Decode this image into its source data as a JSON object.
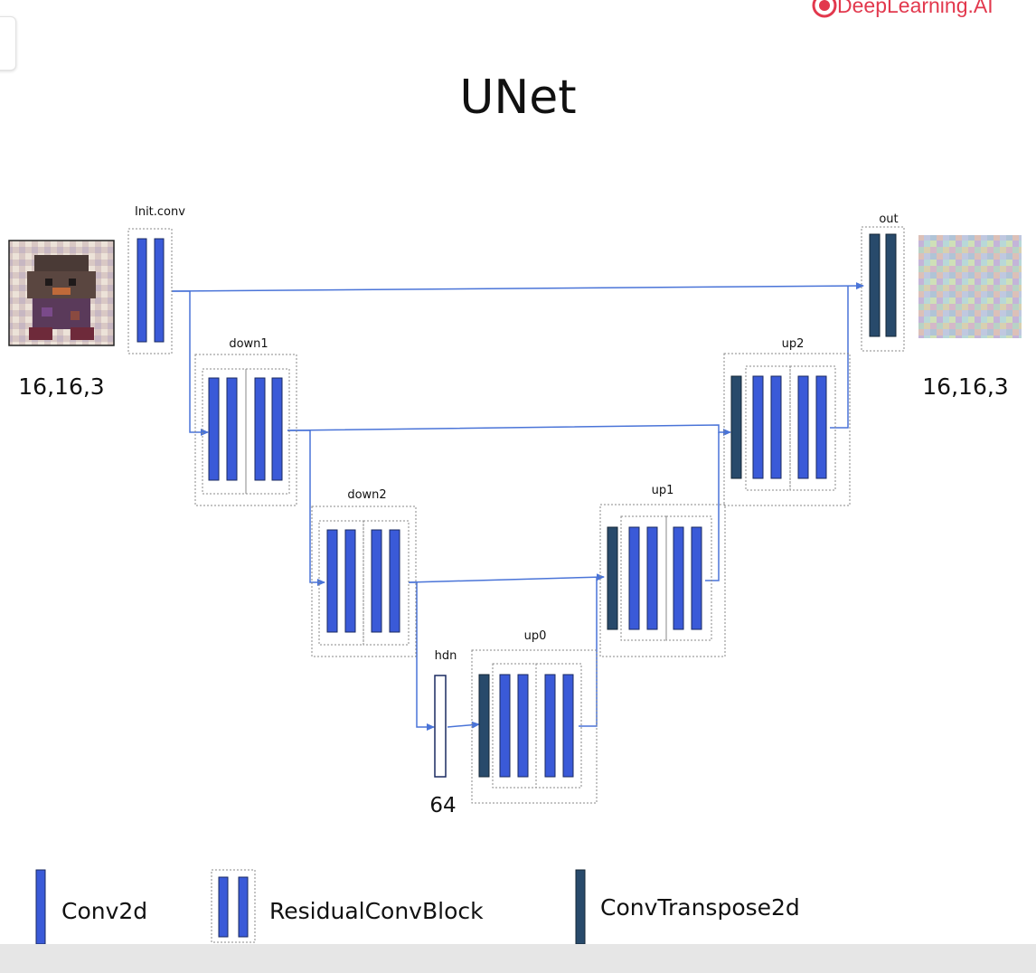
{
  "brand": {
    "name": "DeepLearning.AI"
  },
  "title": "UNet",
  "blocks": {
    "init_conv": "Init.conv",
    "down1": "down1",
    "down2": "down2",
    "hdn": "hdn",
    "up0": "up0",
    "up1": "up1",
    "up2": "up2",
    "out": "out"
  },
  "input_image": {
    "icon": "pixel-sprite-image",
    "shape": "16,16,3"
  },
  "output_image": {
    "icon": "noise-image",
    "shape": "16,16,3"
  },
  "hidden_size": "64",
  "legend": {
    "conv2d": "Conv2d",
    "residual": "ResidualConvBlock",
    "convtranspose": "ConvTranspose2d"
  },
  "colors": {
    "conv2d": "#3a5ad8",
    "convtranspose": "#284a6b",
    "arrow": "#4a74d8",
    "brand": "#e2384d"
  }
}
